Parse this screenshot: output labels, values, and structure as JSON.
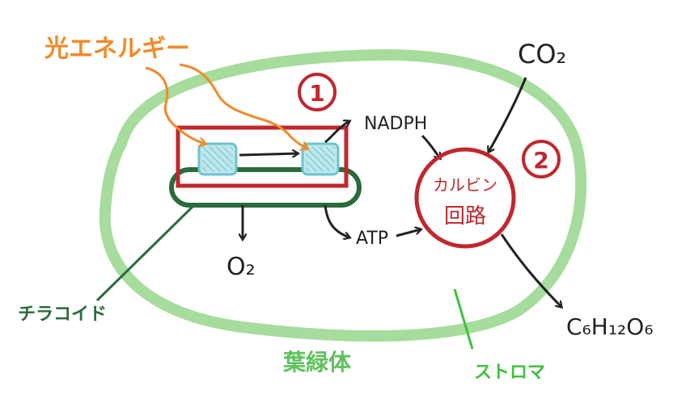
{
  "labels": {
    "light_energy": "光エネルギー",
    "nadph": "NADPH",
    "atp": "ATP",
    "oxygen": "O₂",
    "co2": "CO₂",
    "calvin_line1": "カルビン",
    "calvin_line2": "回路",
    "glucose": "C₆H₁₂O₆",
    "thylakoid": "チラコイド",
    "chloroplast": "葉緑体",
    "stroma": "ストロマ",
    "step1": "1",
    "step2": "2"
  },
  "colors": {
    "chloroplast_outline": "#a6dc9c",
    "thylakoid_green": "#2a6b3c",
    "thylakoid_red": "#c0272d",
    "light_orange": "#f28a2a",
    "photosystem_fill": "#bfe6ec",
    "photosystem_edge": "#6cc4cf",
    "ink": "#222222",
    "stroma_green": "#3ec13a"
  }
}
